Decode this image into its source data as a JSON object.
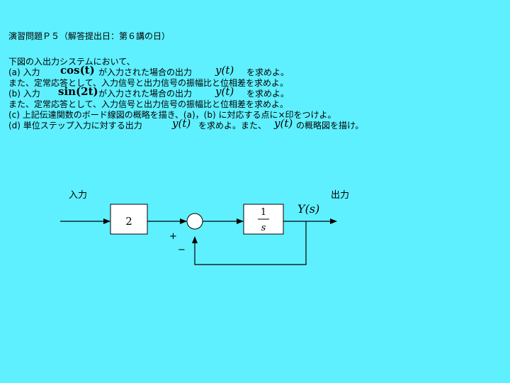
{
  "problem": {
    "title": "演習問題Ｐ５（解答提出日：第６講の日）",
    "intro": "下図の入出力システムにおいて、",
    "a_prefix": "(a) 入力",
    "a_input": "cos(t)",
    "a_mid": "が入力された場合の出力",
    "output_expr": "y(t)",
    "a_suffix": "を求めよ。",
    "steady": "また、定常応答として、入力信号と出力信号の振幅比と位相差を求めよ。",
    "b_prefix": "(b) 入力",
    "b_input": "sin(2t)",
    "b_mid": "が入力された場合の出力",
    "b_suffix": "を求めよ。",
    "c_line": "(c) 上記伝達関数のボード線図の概略を描き、(a)，(b) に対応する点に×印をつけよ。",
    "d_prefix": "(d) 単位ステップ入力に対する出力",
    "d_mid": "を求めよ。また、",
    "d_suffix": "の概略図を描け。"
  },
  "diagram": {
    "input_label": "入力",
    "output_label": "出力",
    "gain": "2",
    "tf_numerator": "1",
    "tf_denominator": "s",
    "output_signal": "Y(s)",
    "plus_sign": "+",
    "minus_sign": "−"
  },
  "colors": {
    "background": "#5ff0ff",
    "block_fill": "#ffffff",
    "line": "#000000"
  }
}
